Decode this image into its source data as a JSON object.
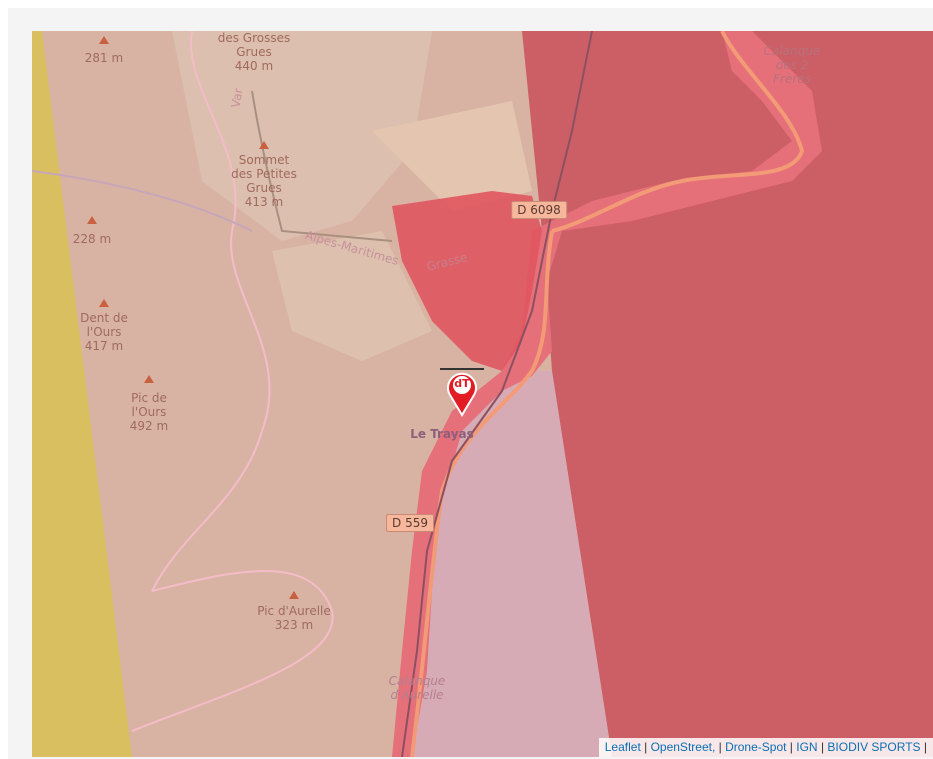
{
  "map": {
    "labels": {
      "grosses_grues": "des Grosses\nGrues\n440 m",
      "peak_281": "281 m",
      "petites_grues": "Sommet\ndes Petites\nGrues\n413 m",
      "peak_228": "228 m",
      "dent_ours": "Dent de\nl'Ours\n417 m",
      "pic_ours": "Pic de\nl'Ours\n492 m",
      "pic_aurelle": "Pic d'Aurelle\n323 m",
      "calanque_freres": "Calanque\ndes 2\nFrères",
      "calanque_aurelle": "Calanque\nd'Aurelle",
      "le_trayas": "Le Trayas",
      "grasse": "Grasse",
      "alpes_maritimes": "Alpes-Maritimes",
      "var": "Var"
    },
    "roads": {
      "d6098": "D 6098",
      "d559": "D 559"
    },
    "marker": {
      "text": "dT"
    }
  },
  "attribution": {
    "items": [
      "Leaflet",
      "OpenStreet,",
      "Drone-Spot",
      "IGN",
      "BIODIV SPORTS"
    ],
    "separator": " | "
  },
  "colors": {
    "land": "#d8b3a3",
    "yellow_zone": "#d9bf60",
    "red_zone": "#cc5f66",
    "pink_zone": "#d7abb5",
    "bright_red_zone": "#e0555f",
    "marker": "#e31b23",
    "attribution_link": "#0a6fb3"
  }
}
